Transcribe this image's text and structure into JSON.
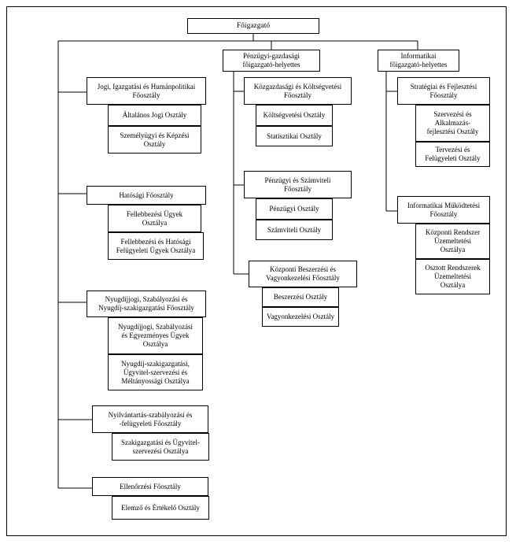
{
  "chart_data": {
    "type": "org-chart",
    "root": "Főigazgató",
    "branches": [
      {
        "name": "Jogi, Igazgatási és Humánpolitikai\nFőosztály",
        "children": [
          "Általános Jogi Osztály",
          "Személyügyi és Képzési\nOsztály"
        ]
      },
      {
        "name": "Hatósági Főosztály",
        "children": [
          "Fellebbezési Ügyek\nOsztálya",
          "Fellebbezési és Hatósági\nFelügyeleti Ügyek Osztálya"
        ]
      },
      {
        "name": "Nyugdíjjogi, Szabályozási és\nNyugdíj-szakigazgatási Főosztály",
        "children": [
          "Nyugdíjjogi, Szabályozási\nés Egyezményes Ügyek\nOsztálya",
          "Nyugdíj-szakigazgatási,\nÜgyvitel-szervezési és\nMéltányossági Osztálya"
        ]
      },
      {
        "name": "Nyilvántartás-szabályozási és\n-felügyeleti Főosztály",
        "children": [
          "Szakigazgatási és Ügyvitel-\nszervezési Osztálya"
        ]
      },
      {
        "name": "Ellenőrzési Főosztály",
        "children": [
          "Elemző és Értékelő Osztály"
        ]
      },
      {
        "name": "Pénzügyi-gazdasági\nfőigazgató-helyettes",
        "children": [
          {
            "name": "Közgazdasági és Költségvetési\nFőosztály",
            "children": [
              "Költségvetési Osztály",
              "Statisztikai Osztály"
            ]
          },
          {
            "name": "Pénzügyi és Számviteli\nFőosztály",
            "children": [
              "Pénzügyi Osztály",
              "Számviteli Osztály"
            ]
          },
          {
            "name": "Központi Beszerzési  és\nVagyonkezelési Főosztály",
            "children": [
              "Beszerzési Osztály",
              "Vagyonkezelési Osztály"
            ]
          }
        ]
      },
      {
        "name": "Informatikai\nfőigazgató-helyettes",
        "children": [
          {
            "name": "Stratégiai és Fejlesztési\nFőosztály",
            "children": [
              "Szervezési és\nAlkalmazás-\nfejlesztési Osztály",
              "Tervezési és\nFelügyeleti Osztály"
            ]
          },
          {
            "name": "Informatikai Működtetési\nFőosztály",
            "children": [
              "Központi Rendszer\nÜzemeltetési\nOsztálya",
              "Osztott Rendszerek\nÜzemeltetési\nOsztálya"
            ]
          }
        ]
      }
    ]
  },
  "boxes": {
    "root": "Főigazgató",
    "jogi": "Jogi, Igazgatási és Humánpolitikai\nFőosztály",
    "jogi_1": "Általános Jogi Osztály",
    "jogi_2": "Személyügyi és Képzési\nOsztály",
    "hatosagi": "Hatósági Főosztály",
    "hatosagi_1": "Fellebbezési Ügyek\nOsztálya",
    "hatosagi_2": "Fellebbezési és Hatósági\nFelügyeleti Ügyek Osztálya",
    "nyugdij": "Nyugdíjjogi, Szabályozási és\nNyugdíj-szakigazgatási Főosztály",
    "nyugdij_1": "Nyugdíjjogi, Szabályozási\nés Egyezményes Ügyek\nOsztálya",
    "nyugdij_2": "Nyugdíj-szakigazgatási,\nÜgyvitel-szervezési és\nMéltányossági Osztálya",
    "nyilvantartas": "Nyilvántartás-szabályozási és\n-felügyeleti Főosztály",
    "nyilvantartas_1": "Szakigazgatási és Ügyvitel-\nszervezési Osztálya",
    "ellenorzesi": "Ellenőrzési Főosztály",
    "ellenorzesi_1": "Elemző és Értékelő Osztály",
    "penzugyi_hely": "Pénzügyi-gazdasági\nfőigazgató-helyettes",
    "kozgazdasagi": "Közgazdasági és Költségvetési\nFőosztály",
    "kozgazdasagi_1": "Költségvetési Osztály",
    "kozgazdasagi_2": "Statisztikai Osztály",
    "penzugyi_fo": "Pénzügyi és Számviteli\nFőosztály",
    "penzugyi_fo_1": "Pénzügyi Osztály",
    "penzugyi_fo_2": "Számviteli Osztály",
    "beszerzesi": "Központi Beszerzési  és\nVagyonkezelési Főosztály",
    "beszerzesi_1": "Beszerzési Osztály",
    "beszerzesi_2": "Vagyonkezelési Osztály",
    "info_hely": "Informatikai\nfőigazgató-helyettes",
    "strategiai": "Stratégiai és Fejlesztési\nFőosztály",
    "strategiai_1": "Szervezési és\nAlkalmazás-\nfejlesztési Osztály",
    "strategiai_2": "Tervezési és\nFelügyeleti Osztály",
    "mukodtetesi": "Informatikai Működtetési\nFőosztály",
    "mukodtetesi_1": "Központi Rendszer\nÜzemeltetési\nOsztálya",
    "mukodtetesi_2": "Osztott Rendszerek\nÜzemeltetési\nOsztálya"
  }
}
